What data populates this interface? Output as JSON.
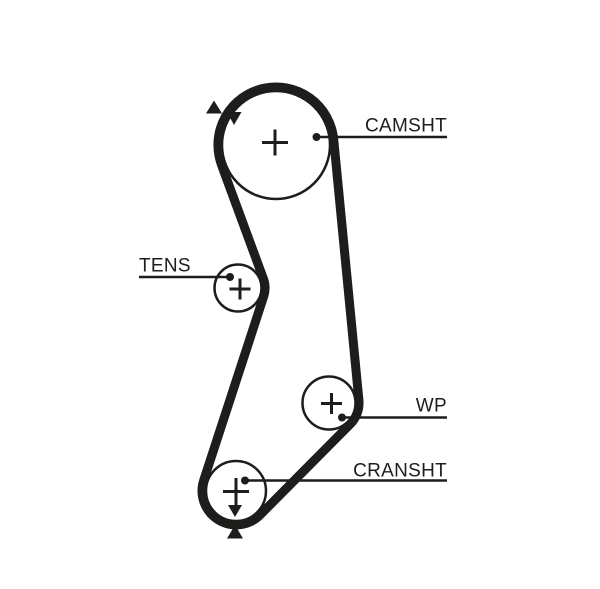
{
  "page": {
    "background": "#ffffff"
  },
  "colors": {
    "ink": "#1d1d1b"
  },
  "diagram": {
    "type": "timing-belt-routing",
    "labels": {
      "camshaft": "CAMSHT",
      "tensioner": "TENS",
      "water_pump": "WP",
      "crankshaft": "CRANSHT"
    },
    "icons": {
      "pulley_center_mark": "plus-cross",
      "camshaft_alignment_marks": [
        "triangle-up",
        "triangle-down"
      ],
      "crankshaft_alignment_marks": [
        "triangle-down",
        "triangle-up"
      ]
    }
  }
}
